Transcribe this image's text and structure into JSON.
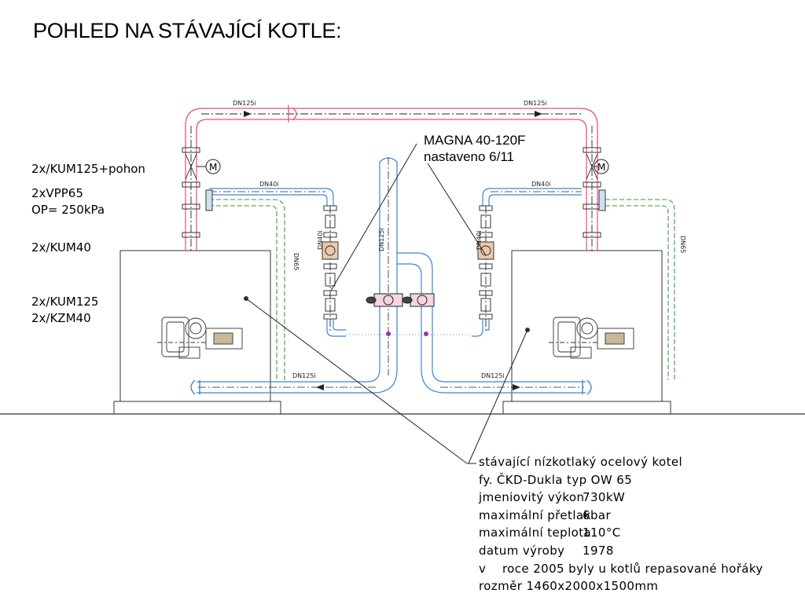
{
  "title": "POHLED NA STÁVAJÍCÍ KOTLE:",
  "left_labels": {
    "kum125_pohon": "2x/KUM125+pohon",
    "vpp65": "2xVPP65",
    "op": "OP= 250kPa",
    "kum40": "2x/KUM40",
    "kum125": "2x/KUM125",
    "kzm40": "2x/KZM40"
  },
  "pump_label": {
    "line1": "MAGNA 40-120F",
    "line2": "nastaveno 6/11"
  },
  "pipe_labels": {
    "dn125": "DN125i",
    "dn40": "DN40i",
    "dn65": "DN65",
    "motor": "M"
  },
  "boiler_info": {
    "line1": "stávající nízkotlaký ocelový kotel",
    "line2": "fy.  ČKD-Dukla typ OW 65",
    "power_label": "jmeniovitý výkon",
    "power_value": "730kW",
    "pressure_label": "maximální přetlak",
    "pressure_value": "6bar",
    "temp_label": "maximální teplota",
    "temp_value": "110°C",
    "date_label": "datum výroby",
    "date_value": "1978",
    "line7": "v    roce 2005 byly u kotlů repasované hořáky",
    "line8": "rozměr 1460x2000x1500mm"
  },
  "colors": {
    "supply_pipe": "#e8507a",
    "return_pipe": "#3a86d8",
    "dn65_pipe": "#3a9a3a",
    "outline": "#222222"
  }
}
